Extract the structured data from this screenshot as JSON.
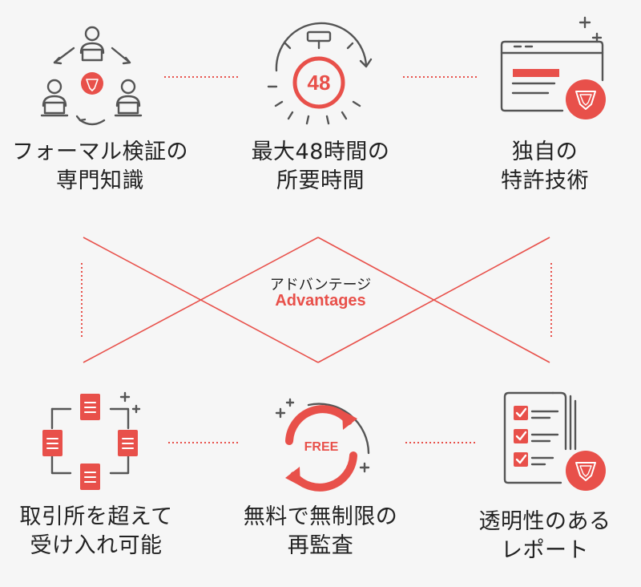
{
  "colors": {
    "accent": "#e8504a",
    "ink": "#555555",
    "background": "#f6f6f6"
  },
  "center": {
    "ja": "アドバンテージ",
    "en": "Advantages"
  },
  "icons": {
    "timer_number": "48",
    "free_label": "FREE"
  },
  "features": [
    {
      "icon": "team-network-icon",
      "line1": "フォーマル検証の",
      "line2": "専門知識"
    },
    {
      "icon": "stopwatch-icon",
      "line1": "最大48時間の",
      "line2": "所要時間"
    },
    {
      "icon": "browser-shield-icon",
      "line1": "独自の",
      "line2": "特許技術"
    },
    {
      "icon": "documents-cycle-icon",
      "line1": "取引所を超えて",
      "line2": "受け入れ可能"
    },
    {
      "icon": "free-refresh-icon",
      "line1": "無料で無制限の",
      "line2": "再監査"
    },
    {
      "icon": "checklist-shield-icon",
      "line1": "透明性のある",
      "line2": "レポート"
    }
  ]
}
